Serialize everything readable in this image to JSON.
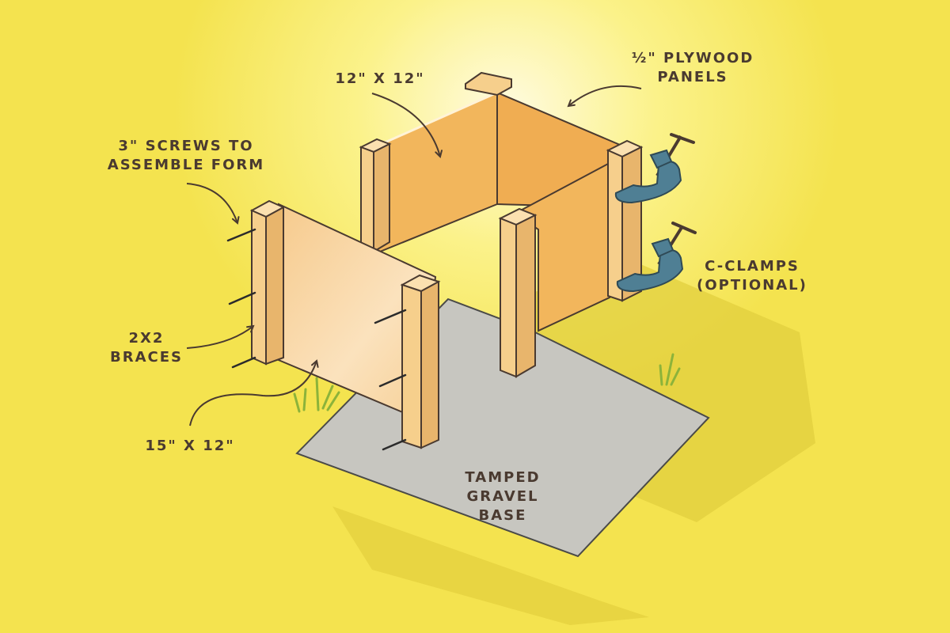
{
  "labels": {
    "top_panel_size": "12\" X 12\"",
    "plywood_line1": "½\" PLYWOOD",
    "plywood_line2": "PANELS",
    "screws_line1": "3\" SCREWS TO",
    "screws_line2": "ASSEMBLE FORM",
    "clamps_line1": "C-CLAMPS",
    "clamps_line2": "(OPTIONAL)",
    "braces_line1": "2X2",
    "braces_line2": "BRACES",
    "front_panel_size": "15\" X 12\"",
    "gravel_line1": "TAMPED",
    "gravel_line2": "GRAVEL",
    "gravel_line3": "BASE"
  },
  "colors": {
    "background": "#f4e34f",
    "plywood": "#f2b65c",
    "plywood_face": "#f7d7a4",
    "brace": "#f6cf8c",
    "clamp": "#4f7f94",
    "gravel": "#c7c6c0",
    "text": "#4a3a30"
  }
}
